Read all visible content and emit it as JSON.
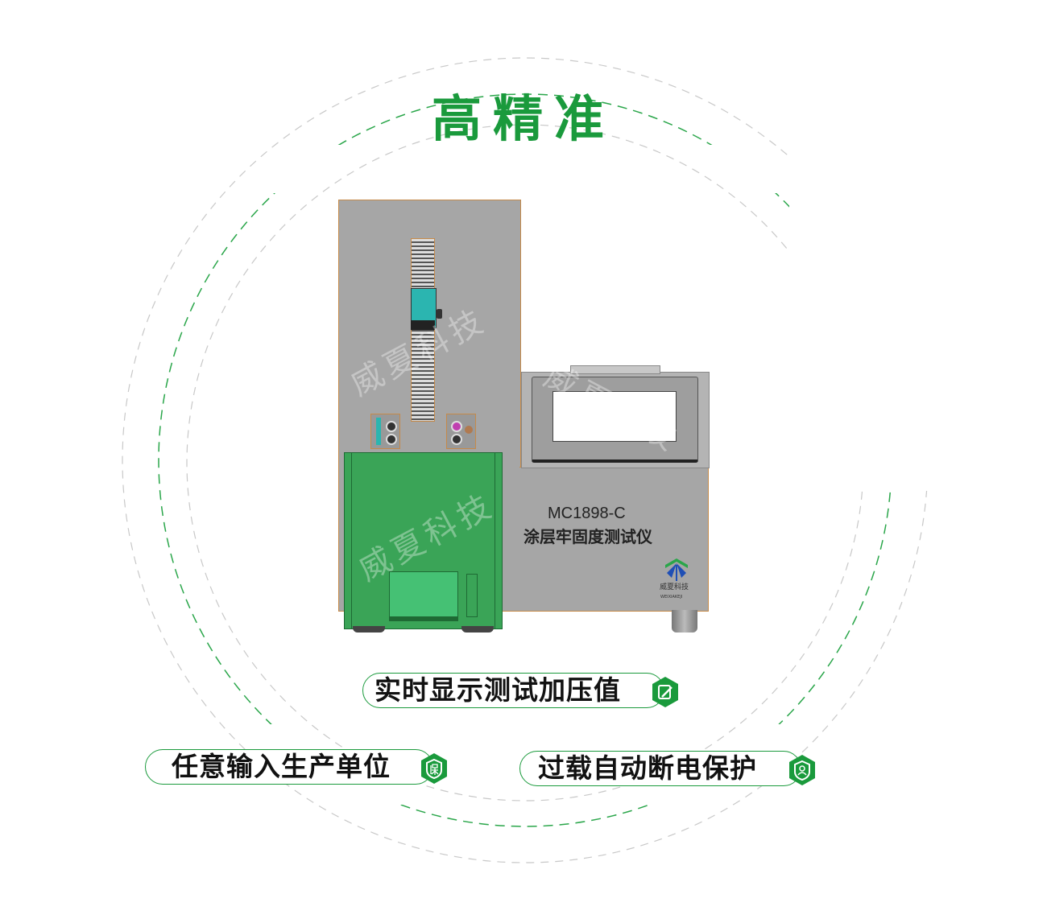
{
  "title": "高精准",
  "product": {
    "model": "MC1898-C",
    "name": "涂层牢固度测试仪",
    "brand_cn": "威夏科技",
    "brand_en": "WEIXIAKEJI",
    "watermark": "威夏科技"
  },
  "features": [
    {
      "label": "实时显示测试加压值",
      "icon": "edit-icon"
    },
    {
      "label": "任意输入生产单位",
      "icon": "shield-bao-icon"
    },
    {
      "label": "过载自动断电保护",
      "icon": "shield-user-icon"
    }
  ],
  "colors": {
    "accent": "#1a9a3c",
    "machine_gray": "#a6a6a6",
    "cover_green": "#3aa457"
  }
}
